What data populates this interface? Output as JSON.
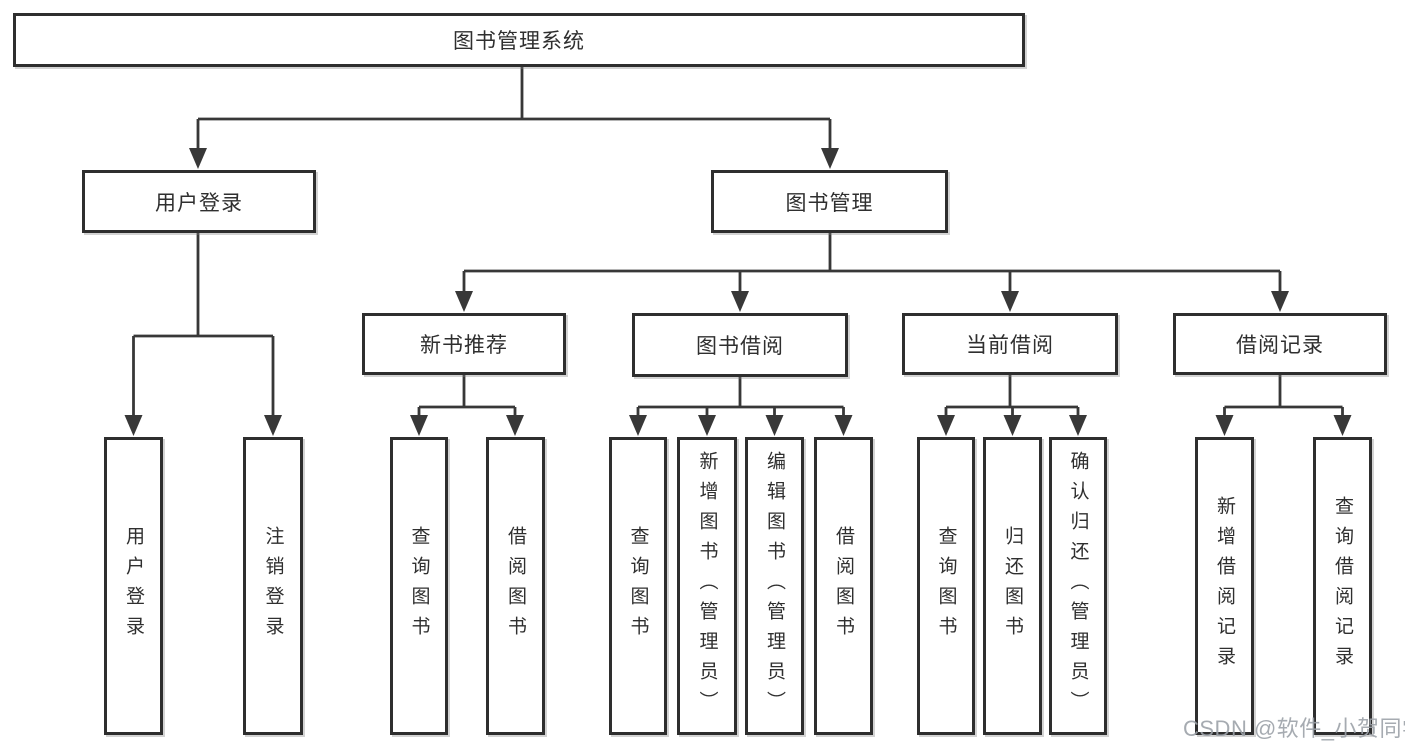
{
  "tree": {
    "root": "图书管理系统",
    "branches": [
      {
        "label": "用户登录",
        "leaves": [
          "用户登录",
          "注销登录"
        ]
      },
      {
        "label": "图书管理",
        "children": [
          {
            "label": "新书推荐",
            "leaves": [
              "查询图书",
              "借阅图书"
            ]
          },
          {
            "label": "图书借阅",
            "leaves": [
              "查询图书",
              "新增图书（管理员）",
              "编辑图书（管理员）",
              "借阅图书"
            ]
          },
          {
            "label": "当前借阅",
            "leaves": [
              "查询图书",
              "归还图书",
              "确认归还（管理员）"
            ]
          },
          {
            "label": "借阅记录",
            "leaves": [
              "新增借阅记录",
              "查询借阅记录"
            ]
          }
        ]
      }
    ]
  },
  "watermark": "CSDN @软件_小贺同学",
  "colors": {
    "line": "#383838",
    "box_border": "#2e2e2e",
    "box_fill": "#ffffff",
    "text": "#2f2f2f",
    "watermark": "#9ca2a8",
    "background": "#ffffff"
  }
}
